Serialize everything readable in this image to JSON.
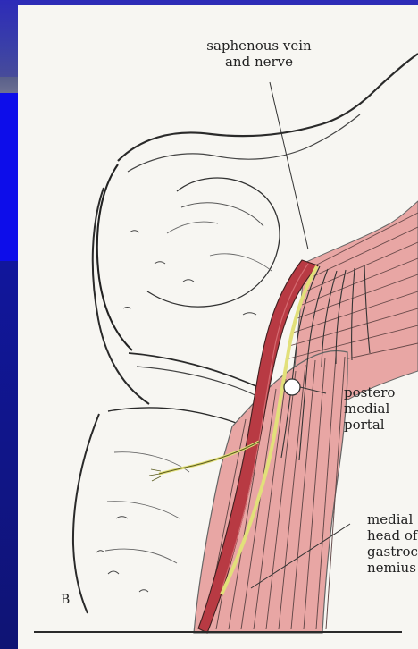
{
  "diagram": {
    "labels": {
      "saphenous_vein_and_nerve": [
        "saphenous vein",
        "and nerve"
      ],
      "posteromedial_portal": [
        "postero",
        "medial",
        "portal"
      ],
      "medial_head_of_gastrocnemius": [
        "medial",
        "head of",
        "gastroc",
        "nemius"
      ],
      "panel_letter": "B"
    },
    "colors": {
      "slide_blue": "#0d0dea",
      "paper": "#f7f6f2",
      "vessel": "#b83a43",
      "nerve": "#e2e07a",
      "muscle": "#e8a6a4",
      "line": "#2a2a2a"
    }
  }
}
